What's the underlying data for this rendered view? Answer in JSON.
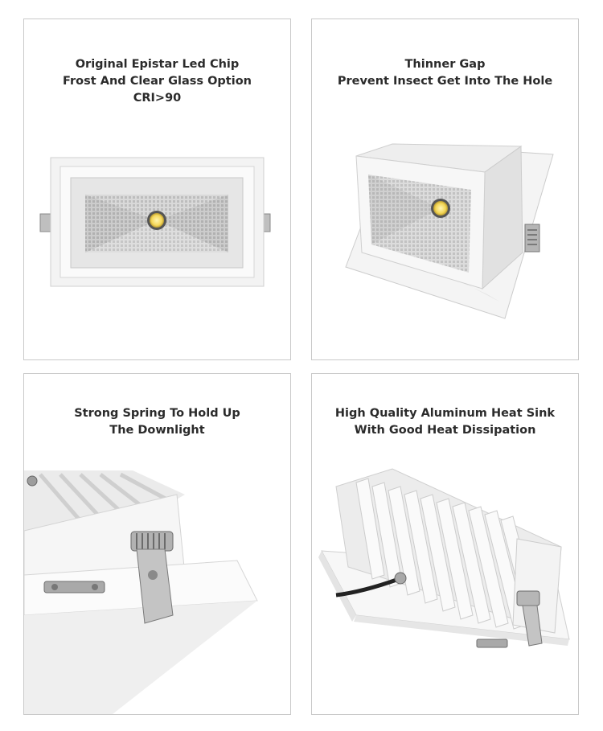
{
  "panels": [
    {
      "lines": [
        "Original Epistar Led Chip",
        "Frost And Clear Glass Option",
        "CRI>90"
      ]
    },
    {
      "lines": [
        "Thinner Gap",
        "Prevent Insect Get Into The Hole"
      ]
    },
    {
      "lines": [
        "Strong Spring To Hold Up",
        "The Downlight"
      ]
    },
    {
      "lines": [
        "High Quality Aluminum Heat Sink",
        "With Good Heat Dissipation"
      ]
    }
  ]
}
